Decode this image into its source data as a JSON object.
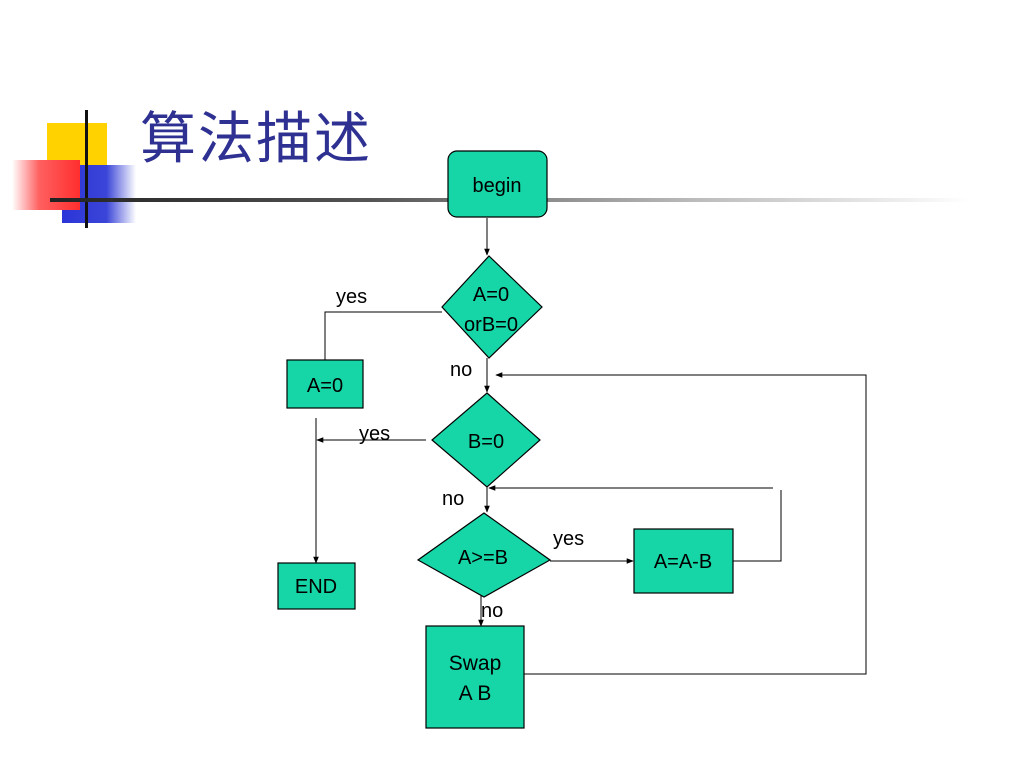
{
  "slide": {
    "title": "算法描述",
    "accent_colors": {
      "yellow": "#ffd200",
      "blue": "#3344cc",
      "red": "#ff3b3b",
      "title": "#2e3192",
      "node_fill": "#16d5a6"
    }
  },
  "flowchart": {
    "nodes": {
      "begin": "begin",
      "check_zero": [
        "A=0",
        "orB=0"
      ],
      "set_a_zero": "A=0",
      "check_b_zero": "B=0",
      "end": "END",
      "compare": "A>=B",
      "subtract": "A=A-B",
      "swap": [
        "Swap",
        "A B"
      ]
    },
    "edge_labels": {
      "check_zero_yes": "yes",
      "check_zero_no": "no",
      "check_b_zero_yes": "yes",
      "check_b_zero_no": "no",
      "compare_yes": "yes",
      "compare_no": "no"
    }
  }
}
